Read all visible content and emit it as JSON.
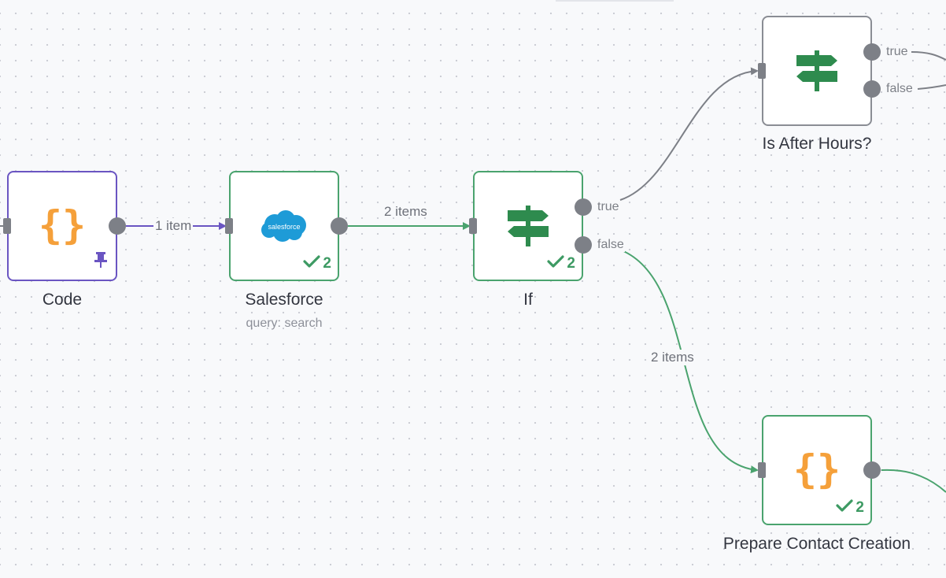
{
  "colors": {
    "canvas_bg": "#f8f9fb",
    "success_green": "#4aa36e",
    "pinned_purple": "#6a55c2",
    "idle_gray": "#8a8d94",
    "code_orange": "#f5a03a",
    "if_green": "#2e8b4e",
    "salesforce_blue": "#1e9bd7"
  },
  "nodes": {
    "code": {
      "title": "Code",
      "icon": "code-braces-icon",
      "status_icon": "pin-icon"
    },
    "salesforce": {
      "title": "Salesforce",
      "subtitle": "query: search",
      "icon": "salesforce-cloud-icon",
      "logo_text": "salesforce",
      "badge_count": "2"
    },
    "if": {
      "title": "If",
      "icon": "signpost-icon",
      "badge_count": "2",
      "outputs": {
        "true_label": "true",
        "false_label": "false"
      }
    },
    "after_hours": {
      "title": "Is After Hours?",
      "icon": "signpost-icon",
      "outputs": {
        "true_label": "true",
        "false_label": "false"
      }
    },
    "prepare": {
      "title": "Prepare Contact Creation",
      "icon": "code-braces-icon",
      "badge_count": "2"
    }
  },
  "edges": {
    "code_to_salesforce": "1 item",
    "salesforce_to_if": "2 items",
    "if_false_to_prepare": "2 items"
  }
}
